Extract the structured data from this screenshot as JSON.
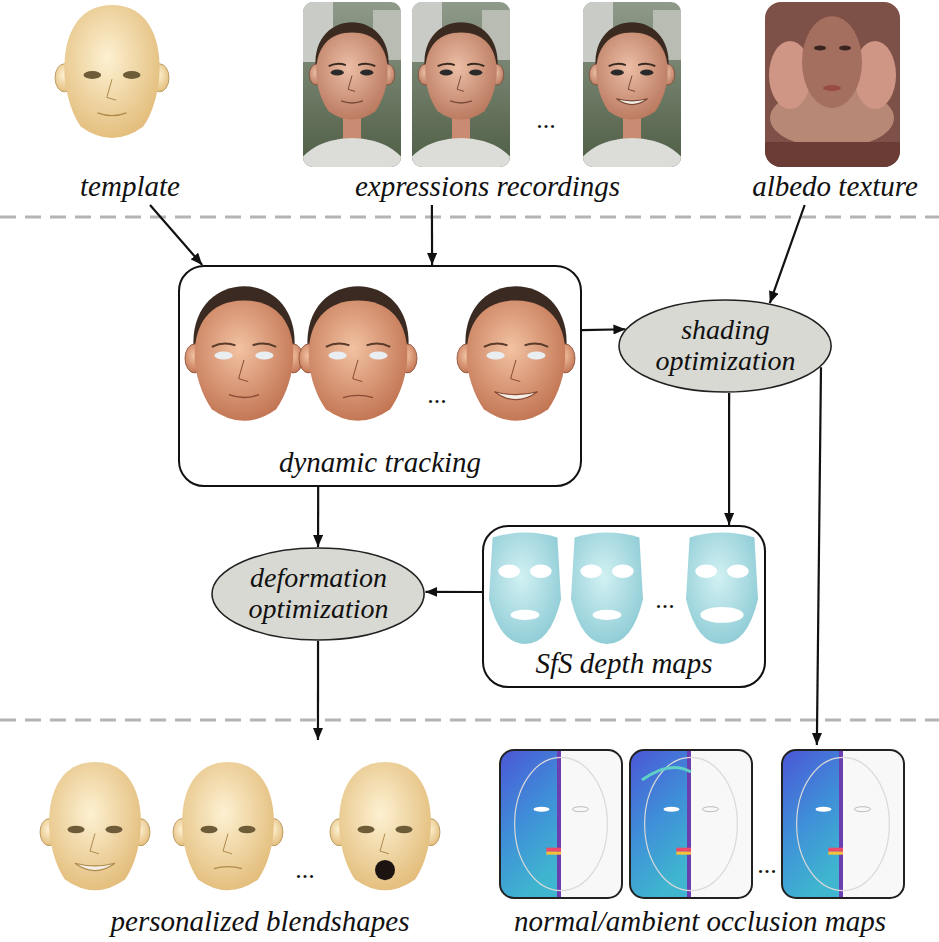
{
  "diagram": {
    "nodes": [
      {
        "text": [
          "template"
        ]
      },
      {
        "text": [
          "expressions recordings"
        ]
      },
      {
        "text": [
          "albedo texture"
        ]
      },
      {
        "text": [
          "dynamic tracking"
        ]
      },
      {
        "text": [
          "shading optimization"
        ]
      },
      {
        "text": [
          "deformation optimization"
        ]
      },
      {
        "text": [
          "SfS depth maps"
        ]
      },
      {
        "text": [
          "personalized blendshapes"
        ]
      },
      {
        "text": [
          "normal/ambient occlusion maps"
        ]
      }
    ],
    "edges": [
      {
        "from": 0,
        "to": 3,
        "arrow": "to"
      },
      {
        "from": 1,
        "to": 3,
        "arrow": "to"
      },
      {
        "from": 2,
        "to": 4,
        "arrow": "to"
      },
      {
        "from": 3,
        "to": 4,
        "arrow": "to"
      },
      {
        "from": 3,
        "to": 5,
        "arrow": "to"
      },
      {
        "from": 4,
        "to": 6,
        "arrow": "to"
      },
      {
        "from": 4,
        "to": 8,
        "arrow": "to"
      },
      {
        "from": 6,
        "to": 5,
        "arrow": "to"
      },
      {
        "from": 5,
        "to": 7,
        "arrow": "to"
      }
    ],
    "labels": [
      "...",
      "...",
      "...",
      "...",
      "..."
    ]
  }
}
